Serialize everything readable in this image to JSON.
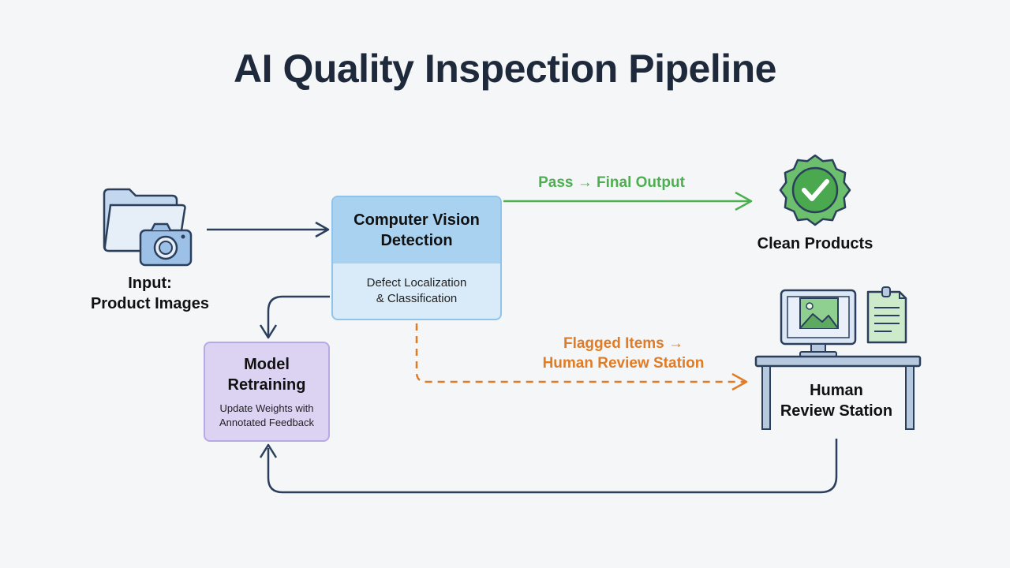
{
  "title": "AI Quality Inspection Pipeline",
  "nodes": {
    "input": {
      "line1": "Input:",
      "line2": "Product Images",
      "icon": "folder-camera-icon"
    },
    "cv": {
      "title_line1": "Computer Vision",
      "title_line2": "Detection",
      "sub_line1": "Defect Localization",
      "sub_line2": "& Classification"
    },
    "clean": {
      "label": "Clean Products",
      "icon": "badge-check-icon"
    },
    "review": {
      "line1": "Human",
      "line2": "Review Station",
      "icon": "review-desk-icon"
    },
    "retrain": {
      "title_line1": "Model",
      "title_line2": "Retraining",
      "sub_line1": "Update Weights with",
      "sub_line2": "Annotated Feedback"
    }
  },
  "edges": {
    "pass_label": "Pass → Final Output",
    "flag_line1": "Flagged Items →",
    "flag_line2": "Human Review Station"
  },
  "colors": {
    "pass": "#4caf50",
    "flag": "#e07b26",
    "feedback": "#2b3f5c",
    "cv_box": "#a9d2f1",
    "retrain_box": "#dcd3f3"
  }
}
